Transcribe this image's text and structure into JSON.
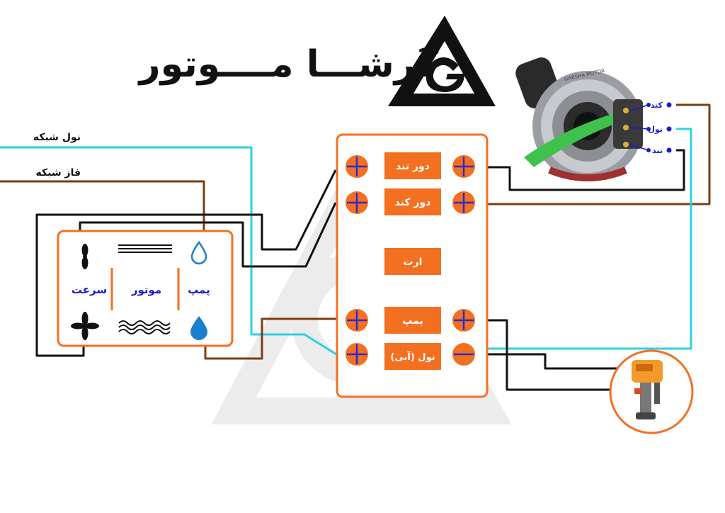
{
  "brand": {
    "name": "گرشـــا مــــوتور"
  },
  "mains": {
    "neutral_label": "نول شبکه",
    "phase_label": "فاز شبکه"
  },
  "switch_panel": {
    "speed_label": "سرعت",
    "motor_label": "موتور",
    "pump_label": "پمپ"
  },
  "terminal_block": {
    "high_speed": "دور تند",
    "low_speed": "دور کند",
    "earth": "ارت",
    "pump": "پمپ",
    "neutral_blue": "نول (آبی)"
  },
  "motor_terminals": {
    "low": "کند",
    "neutral": "نول",
    "high": "تند"
  },
  "motor_nameplate": "GARSHA MOTOR",
  "colors": {
    "accent": "#f37021",
    "wire_neutral": "#2fd0e6",
    "wire_phase": "#7a3e12",
    "wire_black": "#111111",
    "terminal_stroke": "#2a2ad0",
    "label_blue": "#1a1ad0",
    "watermark": "#ececec"
  },
  "icons": [
    "garsha-logo-icon",
    "water-drop-icon",
    "fan-icon",
    "motor-coil-icon",
    "plus-terminal-icon",
    "minus-terminal-icon",
    "motor-photo-icon",
    "pump-photo-icon"
  ]
}
